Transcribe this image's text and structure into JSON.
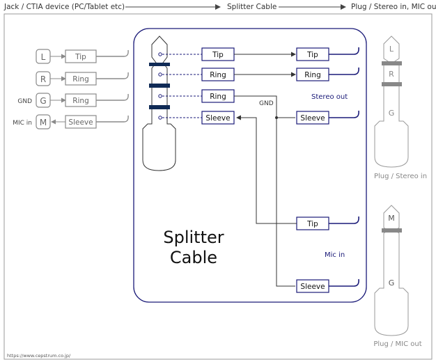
{
  "header": {
    "left": "Jack / CTIA device (PC/Tablet etc)",
    "middle": "Splitter Cable",
    "right": "Plug / Stereo in, MIC out"
  },
  "left_panel": {
    "rows": [
      {
        "side_label": "",
        "letter": "L",
        "box": "Tip"
      },
      {
        "side_label": "",
        "letter": "R",
        "box": "Ring"
      },
      {
        "side_label": "GND",
        "letter": "G",
        "box": "Ring"
      },
      {
        "side_label": "MIC in",
        "letter": "M",
        "box": "Sleeve"
      }
    ]
  },
  "splitter": {
    "title_line1": "Splitter",
    "title_line2": "Cable",
    "in_boxes": [
      "Tip",
      "Ring",
      "Ring",
      "Sleeve"
    ],
    "stereo_boxes": [
      "Tip",
      "Ring",
      "Sleeve"
    ],
    "mic_boxes": [
      "Tip",
      "Sleeve"
    ],
    "gnd_label": "GND",
    "stereo_label": "Stereo out",
    "mic_label": "Mic in"
  },
  "right_plugs": {
    "stereo": {
      "letters": [
        "L",
        "R",
        "G"
      ],
      "caption": "Plug / Stereo in"
    },
    "mic": {
      "letters": [
        "M",
        "G"
      ],
      "caption": "Plug / MIC out"
    }
  },
  "footer": {
    "url": "https://www.cepstrum.co.jp/"
  },
  "colors": {
    "navy": "#1a1a78",
    "gray": "#8a8a8a",
    "line": "#333333"
  }
}
